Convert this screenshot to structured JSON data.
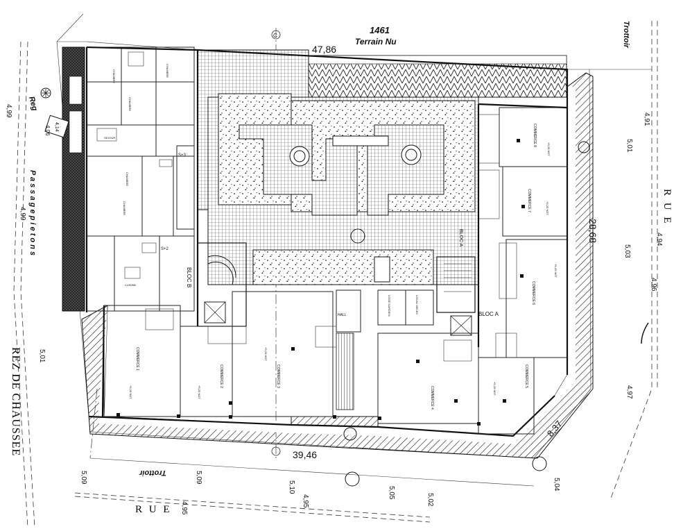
{
  "plan": {
    "title": "REZ DE CHAUSSEE",
    "top_lot": {
      "number": "1461",
      "label": "Terrain Nu"
    },
    "streets": {
      "bottom_rue": "R U E",
      "right_rue": "R U E",
      "left_passage": "P a s s a g e   p i e t o n s",
      "trottoir_top": "Trottoir",
      "trottoir_bottom": "Trottoir",
      "reg": "Reg"
    },
    "dimensions": {
      "top": "47,86",
      "bottom": "39,46",
      "right": "28,68",
      "corner": "8,37"
    },
    "levels": {
      "left_1": "4,99",
      "left_2": "4,99",
      "left_3": "5,01",
      "left_reg": "4,06",
      "left_reg_b": "4,14",
      "right_1": "4,91",
      "right_2": "5,01",
      "right_3": "4,94",
      "right_4": "5,03",
      "right_5": "4,96",
      "right_6": "4,97",
      "right_7": "5,04",
      "bottom_1": "5,09",
      "bottom_2": "5,09",
      "bottom_3": "5,10",
      "bottom_4": "4,95",
      "bottom_5": "4,95",
      "bottom_6": "5,05",
      "bottom_7": "5,02"
    },
    "blocs": {
      "a": "BLOC A",
      "a2": "BLOC A",
      "b": "BLOC B"
    },
    "stairs": {
      "s3": "S+3",
      "s2": "S+2"
    },
    "shops": [
      {
        "name": "COMMERCE 1",
        "level": "+5,25 NGT"
      },
      {
        "name": "COMMERCE 2",
        "level": "+5,25 NGT"
      },
      {
        "name": "COMMERCE 3",
        "level": "+5,25 NGT"
      },
      {
        "name": "COMMERCE 4",
        "level": "+5,25 NGT"
      },
      {
        "name": "COMMERCE 5",
        "level": "+5,25 NGT"
      },
      {
        "name": "COMMERCE 6",
        "level": "+5,25 NGT"
      },
      {
        "name": "COMMERCE 7",
        "level": "+5,25 NGT"
      },
      {
        "name": "COMMERCE 8",
        "level": "+5,25 NGT"
      }
    ],
    "rooms": {
      "hall": "HALL",
      "gardien": "LOGE GARDIEN",
      "local": "LOCAL S/ELEC",
      "chambre": "CHAMBRE",
      "cuisine": "CUISINE",
      "sejour": "SEJOUR"
    },
    "marker": "C"
  }
}
